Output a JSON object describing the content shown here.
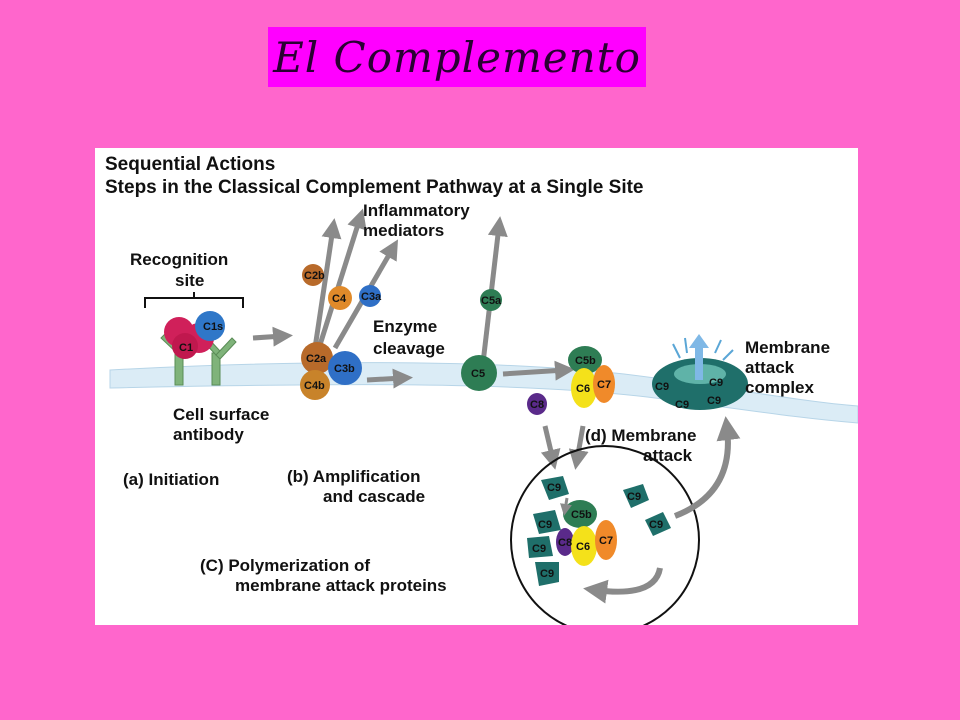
{
  "title": "El Complemento",
  "diagram": {
    "heading_line1": "Sequential Actions",
    "heading_line2": "Steps in the Classical Complement Pathway at a Single Site",
    "labels": {
      "recognition_site_1": "Recognition",
      "recognition_site_2": "site",
      "inflammatory_1": "Inflammatory",
      "inflammatory_2": "mediators",
      "enzyme_1": "Enzyme",
      "enzyme_2": "cleavage",
      "membrane_attack_complex_1": "Membrane",
      "membrane_attack_complex_2": "attack",
      "membrane_attack_complex_3": "complex",
      "cell_surface_1": "Cell surface",
      "cell_surface_2": "antibody",
      "step_a": "(a) Initiation",
      "step_b_1": "(b) Amplification",
      "step_b_2": "and cascade",
      "step_d_1": "(d) Membrane",
      "step_d_2": "attack",
      "step_c_1": "(C) Polymerization of",
      "step_c_2": "membrane attack proteins"
    },
    "molecules": {
      "c1": "C1",
      "c1s": "C1s",
      "c2b": "C2b",
      "c4": "C4",
      "c3a": "C3a",
      "c2a": "C2a",
      "c4b": "C4b",
      "c3b": "C3b",
      "c5a": "C5a",
      "c5": "C5",
      "c5b": "C5b",
      "c6": "C6",
      "c7": "C7",
      "c8": "C8",
      "c9": "C9"
    },
    "colors": {
      "background": "#ff66cc",
      "title_box": "#ff00ff",
      "c1": "#d0205a",
      "c1s": "#2f77c8",
      "brown": "#b86a2a",
      "blue": "#2f6fc6",
      "green": "#2e7d54",
      "yellow": "#f4e11a",
      "orange": "#f08a2a",
      "purple": "#5a2a8a",
      "teal": "#1f6f6a",
      "arrow": "#8a8a8a"
    }
  }
}
